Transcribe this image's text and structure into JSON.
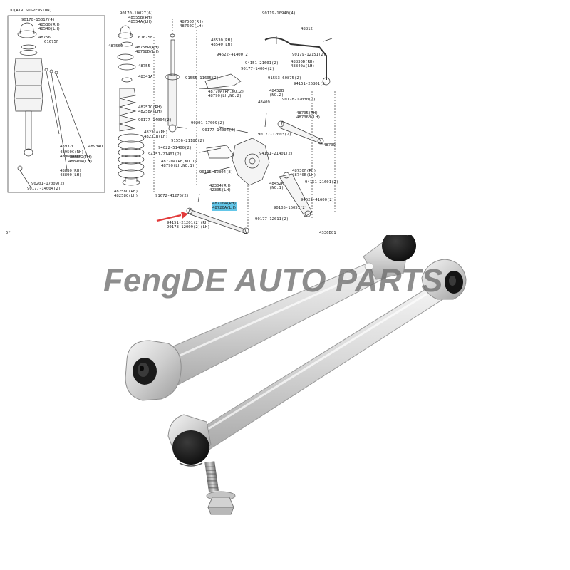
{
  "diagram": {
    "header": "①(AIR SUSPENSION)",
    "footnote": "5*",
    "figure_code": "4S36B01",
    "labels": {
      "p1": "90170-15017(4)",
      "p2": "48530(RH)\n48540(LH)",
      "p3": "48756C",
      "p4": "61675F",
      "p5": "48950C(RH)\n48960A(LH)",
      "p6": "48932C",
      "p7": "48934D",
      "p8": "48880C(RH)\n48890A(LH)",
      "p9": "48880(RH)\n48890(LH)",
      "p10": "90201-17009(2)",
      "p11": "90177-14004(2)",
      "s1": "90170-10027(6)",
      "s2": "48555B(RH)\n48554A(LH)",
      "s3": "61675F",
      "s4": "48756C",
      "s5": "48758R(RH)\n48768D(LH)",
      "s6": "48755",
      "s7": "48341A",
      "s8": "48257C(RH)\n48258A(LH)",
      "s9": "90177-14004(2)",
      "s10": "48231A(RH)\n48231B(LH)",
      "s11": "48258D(RH)\n48258C(LH)",
      "m1": "48750J(RH)\n48760C(LH)",
      "m2": "48530(RH)\n48540(LH)",
      "m3": "94622-41400(2)",
      "m4": "94151-21601(2)",
      "m5": "90177-14004(2)",
      "m6": "91555-11605(2)",
      "m7": "48770A(RH,NO.2)\n48790(LH,NO.2)",
      "m8": "90201-17009(2)",
      "m9": "90177-14004(2)",
      "m10": "91556-21180(2)",
      "m11": "94622-51400(2)",
      "m12": "94151-21401(2)",
      "m13": "48770A(RH,NO.1)\n48790(LH,NO.1)",
      "m14": "90105-12304(8)",
      "m15": "42304(RH)\n42305(LH)",
      "m16": "91672-41275(2)",
      "m17": "48710A(RH)\n48720A(LH)",
      "m18": "94151-21201(2)(RH)\n90178-12009(2)(LH)",
      "m19": "90177-12011(2)",
      "r1": "90119-10940(4)",
      "r2": "48812",
      "r3": "90179-12151(2)",
      "r4": "48830D(RH)\n48840A(LH)",
      "r5": "91553-60875(2)",
      "r6": "94151-26801(2)",
      "r7": "48452B\n(NO.2)",
      "r8": "90178-12030(2)",
      "r9": "48409",
      "r10": "48705(RH)\n48706B(LH)",
      "r11": "90177-12003(2)",
      "r12": "94151-21401(2)",
      "r13": "48709",
      "r14": "48730F(RH)\n48740B(LH)",
      "r15": "48452K\n(NO.1)",
      "r16": "94151-21601(2)",
      "r17": "94622-41600(2)",
      "r18": "90105-16057(2)"
    }
  },
  "product": {
    "watermark": "FengDE AUTO PARTS"
  }
}
